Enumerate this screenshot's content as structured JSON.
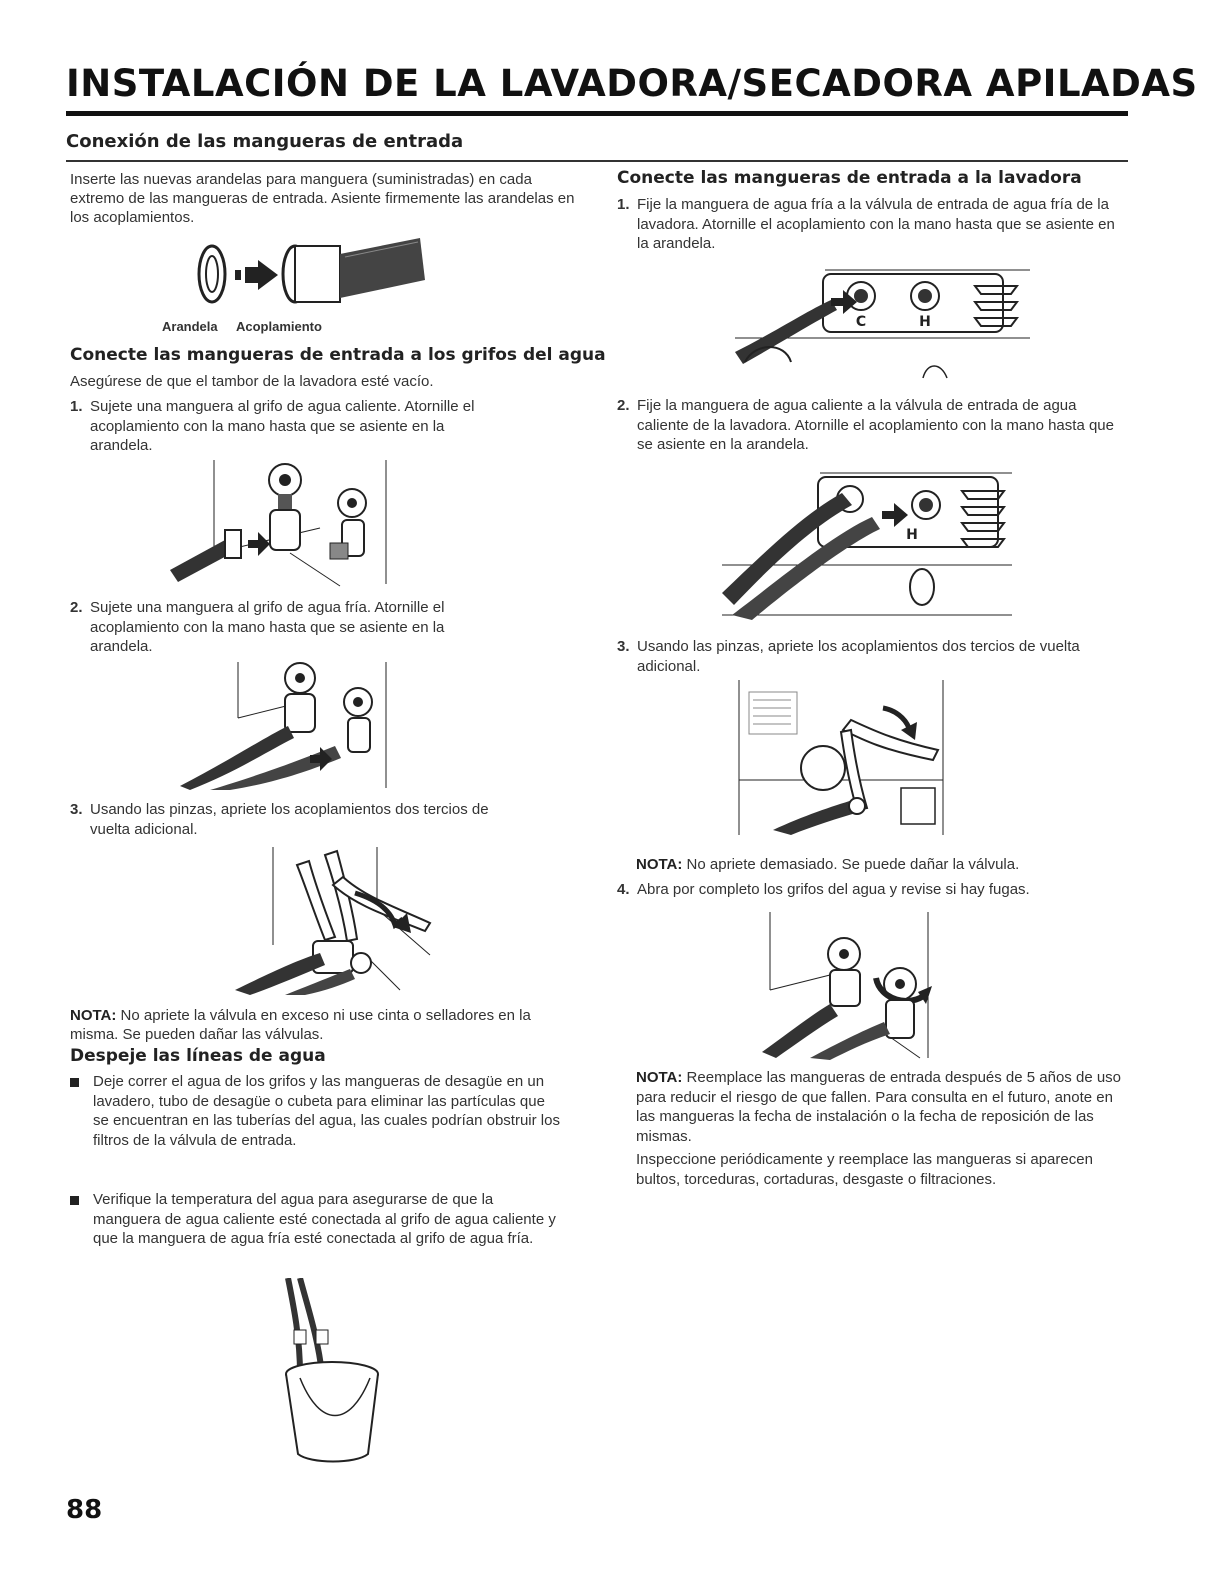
{
  "title": "INSTALACIÓN DE LA LAVADORA/SECADORA APILADAS",
  "section_heading": "Conexión de las mangueras de entrada",
  "intro": "Inserte las nuevas arandelas para manguera (suministradas) en cada extremo de las mangueras de entrada. Asiente firmemente las arandelas en los acoplamientos.",
  "fig_labels": {
    "arandela": "Arandela",
    "acoplamiento": "Acoplamiento"
  },
  "faucets": {
    "heading": "Conecte las mangueras de entrada a los grifos del agua",
    "lead": "Asegúrese de que el tambor de la lavadora esté vacío.",
    "steps": [
      {
        "num": "1.",
        "text": "Sujete una manguera al grifo de agua caliente. Atornille el acoplamiento con la mano hasta que se asiente en la arandela."
      },
      {
        "num": "2.",
        "text": "Sujete una manguera al grifo de agua fría. Atornille el acoplamiento con la mano hasta que se asiente en la arandela."
      },
      {
        "num": "3.",
        "text": "Usando las pinzas, apriete los acoplamientos dos tercios de vuelta adicional."
      }
    ],
    "note_label": "NOTA:",
    "note_text": " No apriete la válvula en exceso ni use cinta o selladores en la misma. Se pueden dañar las válvulas."
  },
  "flush": {
    "heading": "Despeje las líneas de agua",
    "bullets": [
      "Deje correr el agua de los grifos y las mangueras de desagüe en un lavadero, tubo de desagüe o cubeta para eliminar las partículas que se encuentran en las tuberías del agua, las cuales podrían obstruir los filtros de la válvula de entrada.",
      "Verifique la temperatura del agua para asegurarse de que la manguera de agua caliente esté conectada al grifo de agua caliente y que la manguera de agua fría esté conectada al grifo de agua fría."
    ]
  },
  "washer": {
    "heading": "Conecte las mangueras de entrada a la lavadora",
    "steps": [
      {
        "num": "1.",
        "text": "Fije la manguera de agua fría a la válvula de entrada de agua fría de la lavadora. Atornille el acoplamiento con la mano hasta que se asiente en la arandela."
      },
      {
        "num": "2.",
        "text": "Fije la manguera de agua caliente a la válvula de entrada de agua caliente de la lavadora. Atornille el acoplamiento con la mano hasta que se asiente en la arandela."
      },
      {
        "num": "3.",
        "text": "Usando las pinzas, apriete los acoplamientos dos tercios de vuelta adicional."
      },
      {
        "num": "4.",
        "text": "Abra por completo los grifos del agua y revise si hay fugas."
      }
    ],
    "note1_label": "NOTA:",
    "note1_text": " No apriete demasiado. Se puede dañar la válvula.",
    "note2_label": "NOTA:",
    "note2_text": " Reemplace las mangueras de entrada después de 5 años de uso para reducir el riesgo de que fallen. Para consulta en el futuro, anote en las mangueras la fecha de instalación o la fecha de reposición de las mismas.",
    "inspect": "Inspeccione periódicamente y reemplace las mangueras si aparecen bultos, torceduras, cortaduras, desgaste o filtraciones.",
    "valve_labels": {
      "cold": "C",
      "hot": "H"
    }
  },
  "page_number": "88"
}
